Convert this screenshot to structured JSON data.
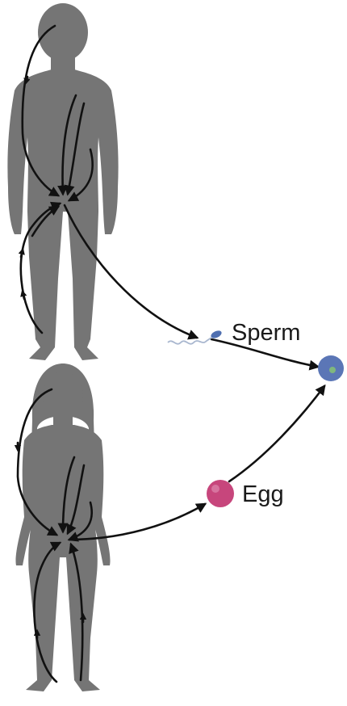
{
  "labels": {
    "sperm": "Sperm",
    "egg": "Egg"
  },
  "colors": {
    "silhouette": "#757575",
    "arrow": "#111111",
    "egg": "#c7467c",
    "zygote": "#5b76b6",
    "zygote_core": "#7fb77e",
    "sperm_head": "#4f6fb0",
    "sperm_tail": "#a9b7cf"
  },
  "figures": [
    "male-silhouette",
    "female-silhouette"
  ]
}
